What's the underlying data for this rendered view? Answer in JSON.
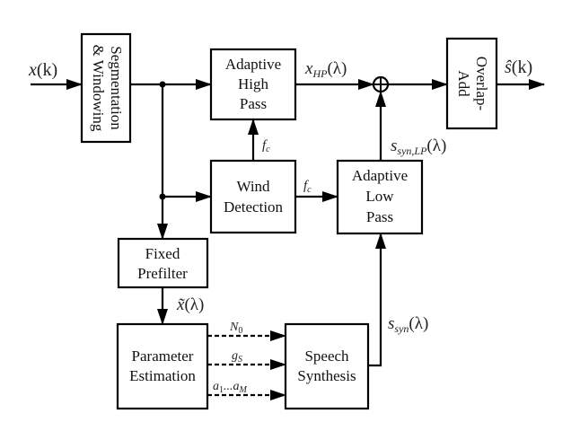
{
  "diagram": {
    "blocks": {
      "segmentation": {
        "line1": "Segmentation",
        "line2": "& Windowing"
      },
      "high_pass": {
        "line1": "Adaptive",
        "line2": "High",
        "line3": "Pass"
      },
      "wind_detection": {
        "line1": "Wind",
        "line2": "Detection"
      },
      "low_pass": {
        "line1": "Adaptive",
        "line2": "Low",
        "line3": "Pass"
      },
      "overlap_add": {
        "line1": "Overlap-",
        "line2": "Add"
      },
      "prefilter": {
        "line1": "Fixed",
        "line2": "Prefilter"
      },
      "param_est": {
        "line1": "Parameter",
        "line2": "Estimation"
      },
      "speech_syn": {
        "line1": "Speech",
        "line2": "Synthesis"
      }
    },
    "signals": {
      "input": {
        "base": "x",
        "arg": "(k)"
      },
      "x_hp": {
        "base": "x",
        "sub": "HP",
        "arg": "(λ)"
      },
      "fc_up": {
        "base": "f",
        "sub": "c"
      },
      "fc_right": {
        "base": "f",
        "sub": "c"
      },
      "s_syn_lp": {
        "base": "s",
        "sub": "syn,LP",
        "arg": "(λ)"
      },
      "x_tilde": {
        "base": "x̃",
        "arg": "(λ)"
      },
      "n0": {
        "base": "N",
        "sub": "0"
      },
      "gs": {
        "base": "g",
        "sub": "S"
      },
      "a_coef": {
        "base": "a",
        "sub1": "1",
        "mid": "...a",
        "sub2": "M"
      },
      "s_syn": {
        "base": "s",
        "sub": "syn",
        "arg": "(λ)"
      },
      "output": {
        "base": "ŝ",
        "arg": "(k)"
      }
    },
    "sum_symbol": "⊕"
  }
}
